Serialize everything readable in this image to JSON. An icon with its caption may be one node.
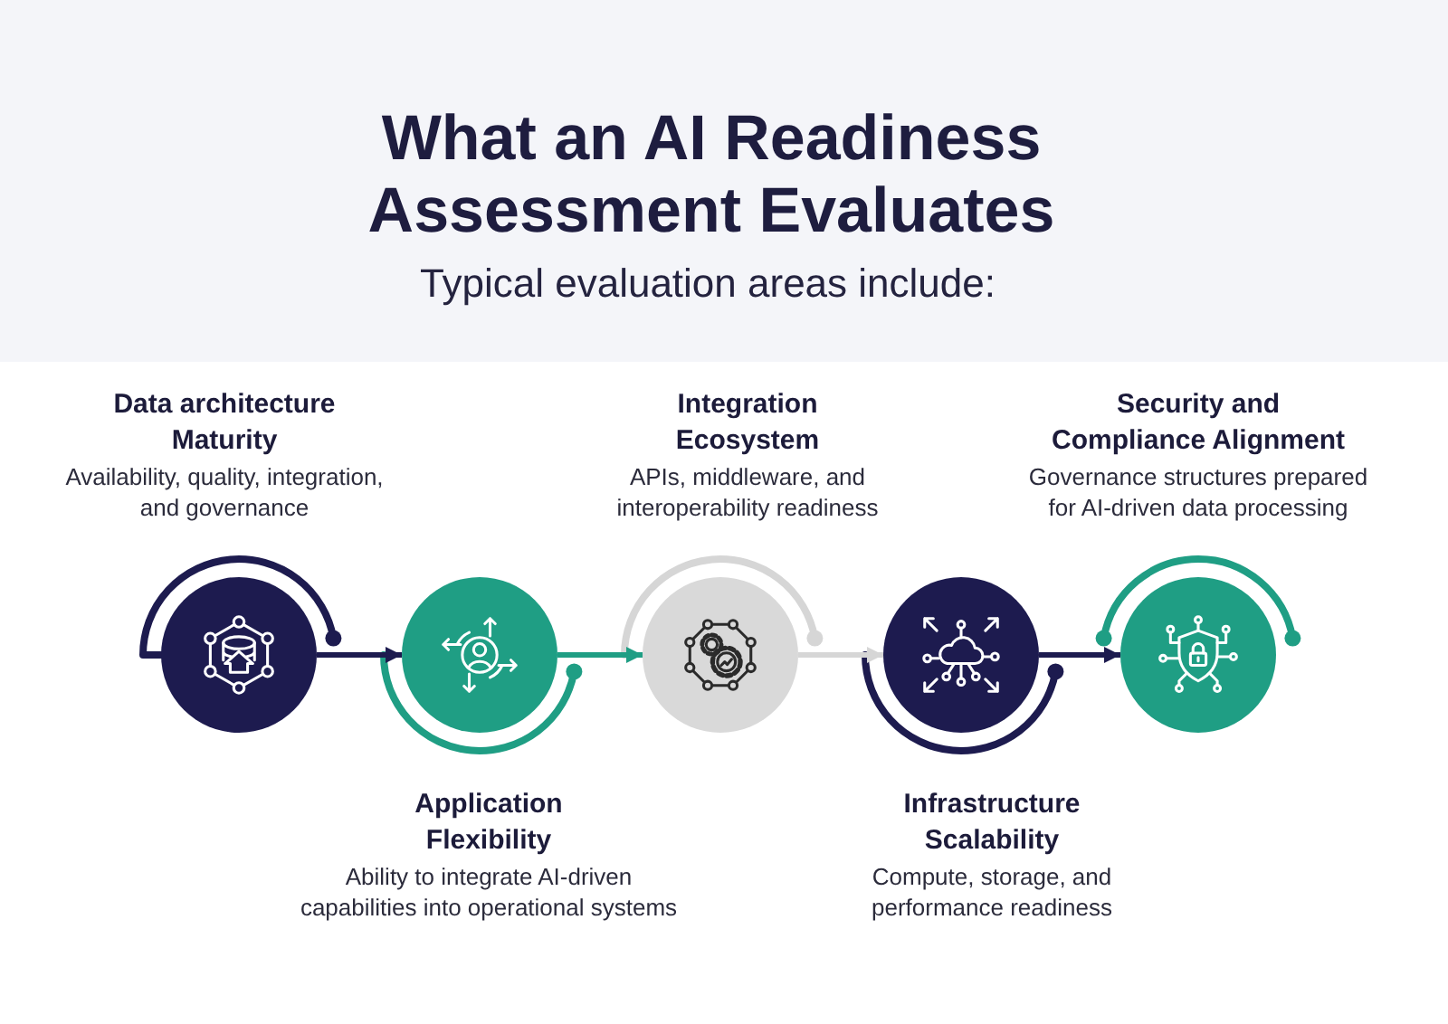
{
  "diagram": {
    "title": "What an AI Readiness Assessment Evaluates",
    "nodes": [
      {
        "text": [],
        "shape": "circle",
        "beside": [
          "Data architecture Maturity",
          "Availability, quality, integration, and governance"
        ]
      },
      {
        "text": [],
        "shape": "circle",
        "beside": [
          "Application Flexibility",
          "Ability to integrate AI-driven capabilities into operational systems"
        ]
      },
      {
        "text": [],
        "shape": "circle",
        "beside": [
          "Integration Ecosystem",
          "APIs, middleware, and interoperability readiness"
        ]
      },
      {
        "text": [],
        "shape": "circle",
        "beside": [
          "Infrastructure Scalability",
          "Compute, storage, and performance readiness"
        ]
      },
      {
        "text": [],
        "shape": "circle",
        "beside": [
          "Security and Compliance Alignment",
          "Governance structures prepared for AI-driven data processing"
        ]
      }
    ],
    "edges": [
      {
        "from": 0,
        "to": 1,
        "arrow": "to"
      },
      {
        "from": 1,
        "to": 2,
        "arrow": "to",
        "color": "#1f9e84"
      },
      {
        "from": 2,
        "to": 3,
        "arrow": "to",
        "color": "#d6d6d6"
      },
      {
        "from": 3,
        "to": 4,
        "arrow": "to"
      }
    ],
    "labels": [
      "Typical evaluation areas include:"
    ]
  }
}
